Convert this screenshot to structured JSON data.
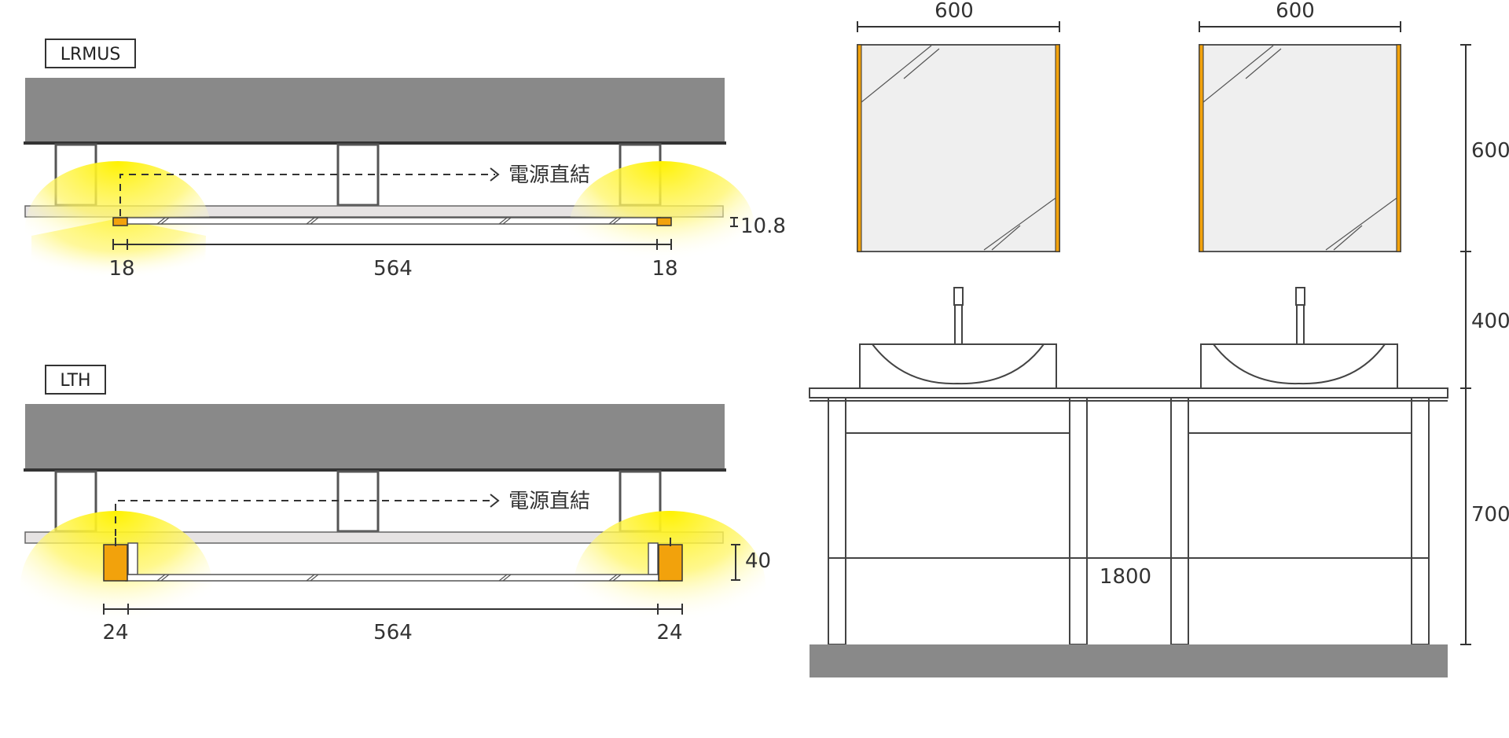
{
  "colors": {
    "ceiling": "#898989",
    "line": "#3a3a3a",
    "led_orange": "#f2a20c",
    "led_glow": "#fff200",
    "mirror_glass": "#efefef",
    "floor": "#898989"
  },
  "lrmus": {
    "tag": "LRMUS",
    "power_label": "電源直結",
    "depth": "10.8",
    "left_width": "18",
    "center_width": "564",
    "right_width": "18"
  },
  "lth": {
    "tag": "LTH",
    "power_label": "電源直結",
    "depth": "40",
    "left_width": "24",
    "center_width": "564",
    "right_width": "24"
  },
  "elevation": {
    "mirror_left_width": "600",
    "mirror_right_width": "600",
    "height_mirror": "600",
    "height_gap": "400",
    "height_vanity": "700",
    "total_width": "1800"
  }
}
